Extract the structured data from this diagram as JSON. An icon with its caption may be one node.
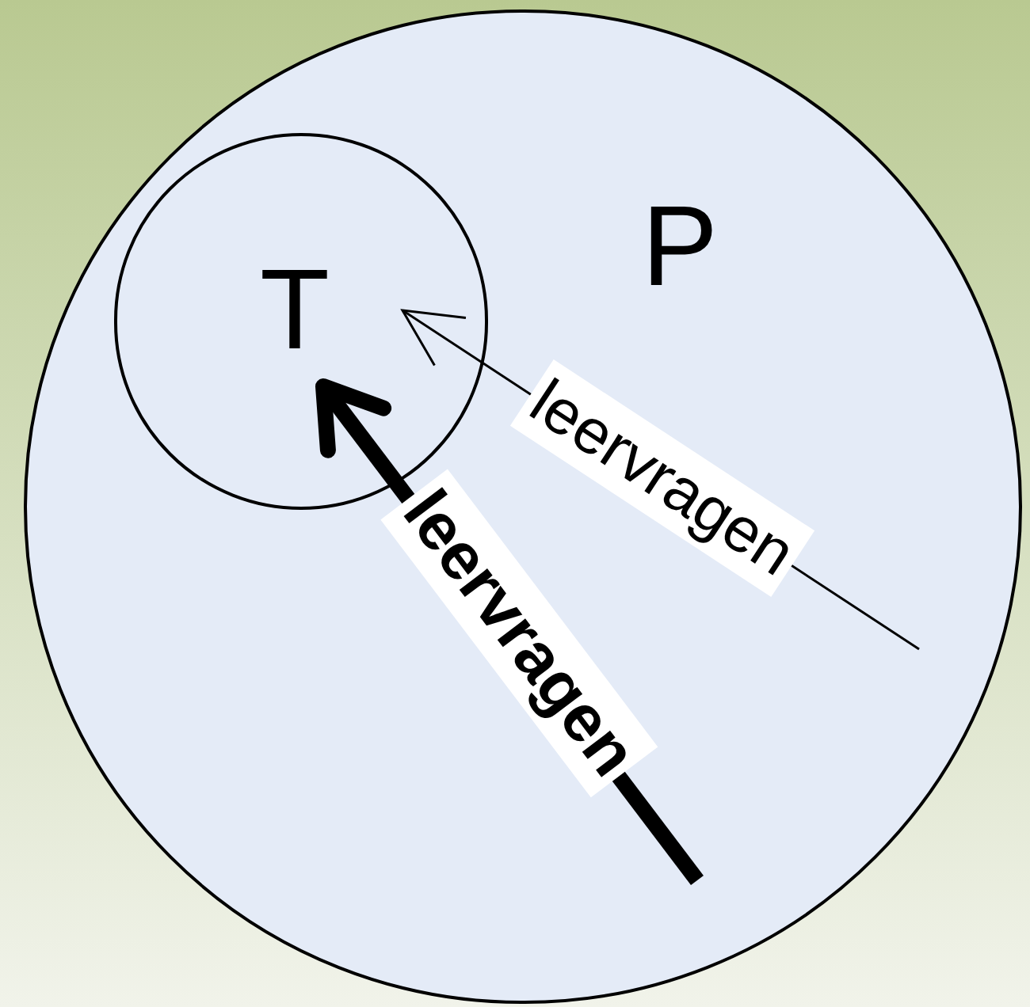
{
  "diagram": {
    "nodes": [
      {
        "text": [
          "P"
        ]
      },
      {
        "text": [
          "T"
        ],
        "in": 0
      }
    ],
    "edges": [
      {
        "from": null,
        "to": 1,
        "arrow": "to",
        "label": "leervragen"
      },
      {
        "from": null,
        "to": 1,
        "arrow": "to",
        "label": "leervragen",
        "style": "thick"
      }
    ]
  }
}
